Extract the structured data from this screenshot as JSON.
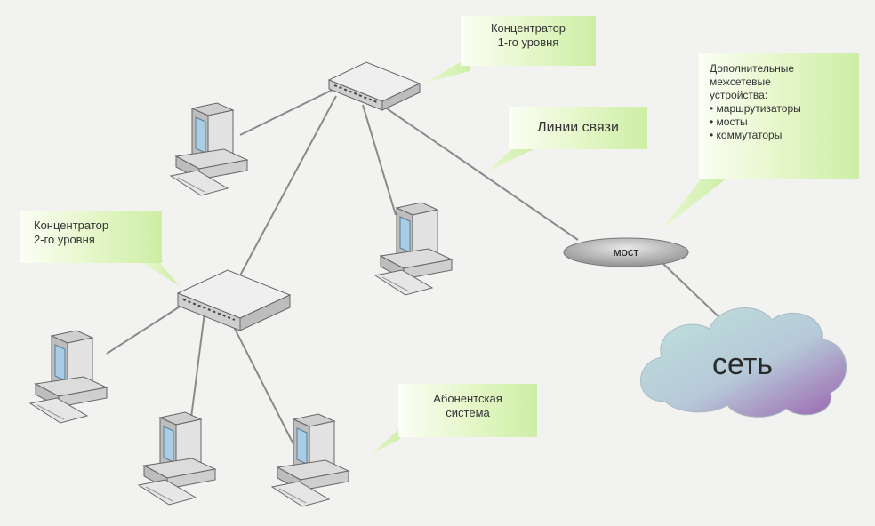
{
  "callouts": {
    "hub1": {
      "lines": [
        "Концентратор",
        "1-го уровня"
      ]
    },
    "links": {
      "text": "Линии связи"
    },
    "extra": {
      "lines": [
        "Дополнительные",
        "межсетевые",
        "устройства:"
      ],
      "items": [
        "маршрутизаторы",
        "мосты",
        "коммутаторы"
      ]
    },
    "hub2": {
      "lines": [
        "Концентратор",
        "2-го уровня"
      ]
    },
    "subscriber": {
      "lines": [
        "Абонентская",
        "система"
      ]
    }
  },
  "bridge": {
    "label": "мост"
  },
  "cloud": {
    "label": "сеть"
  },
  "colors": {
    "callout_green": "#cdeea5",
    "line": "#8a8a8a",
    "monitor_screen": "#a9cde4",
    "cloud_teal": "#b7d9d7",
    "cloud_purple": "#a777b6"
  }
}
